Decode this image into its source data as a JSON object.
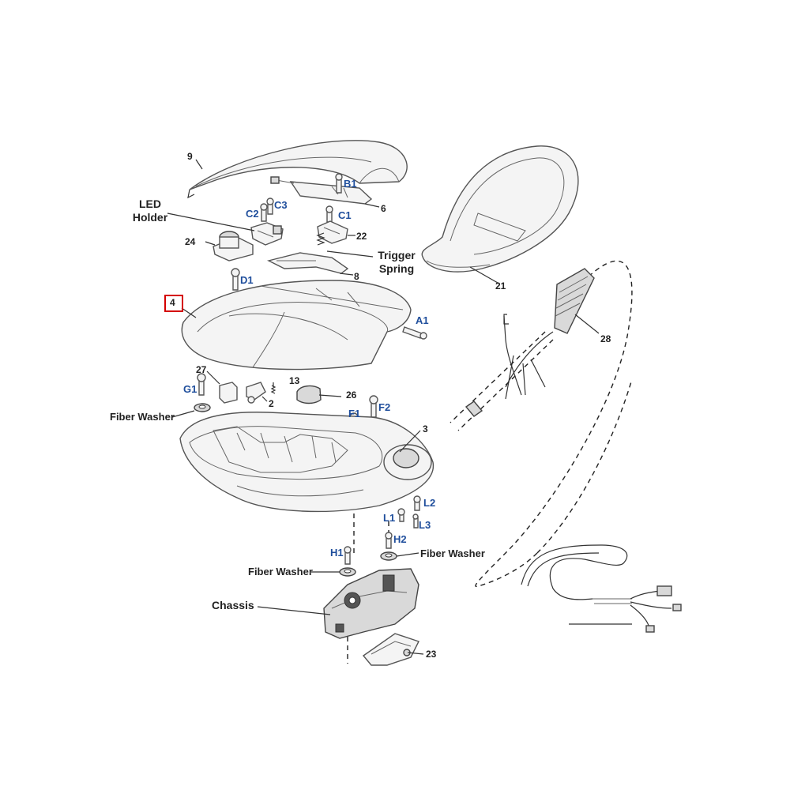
{
  "colors": {
    "label_blue": "#1f4e9c",
    "highlight_red": "#d40000",
    "line": "#333333"
  },
  "labels": {
    "n9": "9",
    "b1": "B1",
    "n6": "6",
    "c2": "C2",
    "c3": "C3",
    "c1": "C1",
    "n22": "22",
    "n24": "24",
    "n8": "8",
    "d1": "D1",
    "n21": "21",
    "n4": "4",
    "a1": "A1",
    "n28": "28",
    "n27": "27",
    "n13": "13",
    "g1": "G1",
    "n2": "2",
    "n26": "26",
    "f1": "F1",
    "f2": "F2",
    "n3": "3",
    "l2": "L2",
    "l1": "L1",
    "l3": "L3",
    "h2": "H2",
    "h1": "H1",
    "n23": "23",
    "led_holder": "LED\nHolder",
    "trigger_spring": "Trigger\nSpring",
    "fiber_washer_1": "Fiber Washer",
    "fiber_washer_2": "Fiber Washer",
    "fiber_washer_3": "Fiber Washer",
    "chassis": "Chassis"
  }
}
